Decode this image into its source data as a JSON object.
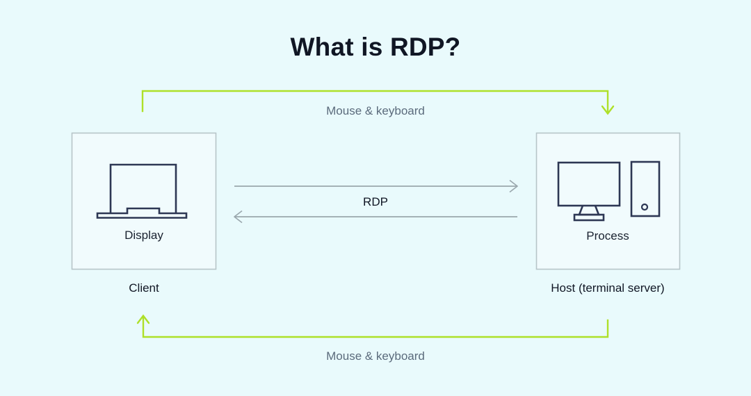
{
  "page": {
    "title": "What is RDP?",
    "background_color": "#e9fafc"
  },
  "colors": {
    "accent_lime": "#aee028",
    "arrow_gray": "#9aa7ad",
    "box_border": "#b7c5c9",
    "box_fill": "#f1fbfd",
    "icon_stroke": "#2d3754",
    "text_dark": "#101624",
    "text_muted": "#5b6b7c"
  },
  "nodes": [
    {
      "id": "client",
      "icon": "laptop-icon",
      "inner_label": "Display",
      "caption": "Client"
    },
    {
      "id": "host",
      "icon": "desktop-computer-icon",
      "inner_label": "Process",
      "caption": "Host (terminal server)"
    }
  ],
  "connections": [
    {
      "id": "mouse-keyboard-top",
      "label": "Mouse & keyboard",
      "color": "#aee028",
      "direction": "client-to-host",
      "style": "orthogonal-down-arrow"
    },
    {
      "id": "rdp-forward",
      "label": "RDP",
      "color": "#9aa7ad",
      "direction": "client-to-host",
      "style": "straight-arrow"
    },
    {
      "id": "rdp-reverse",
      "label": "",
      "color": "#9aa7ad",
      "direction": "host-to-client",
      "style": "straight-arrow"
    },
    {
      "id": "mouse-keyboard-bottom",
      "label": "Mouse & keyboard",
      "color": "#aee028",
      "direction": "host-to-client",
      "style": "orthogonal-up-arrow"
    }
  ]
}
